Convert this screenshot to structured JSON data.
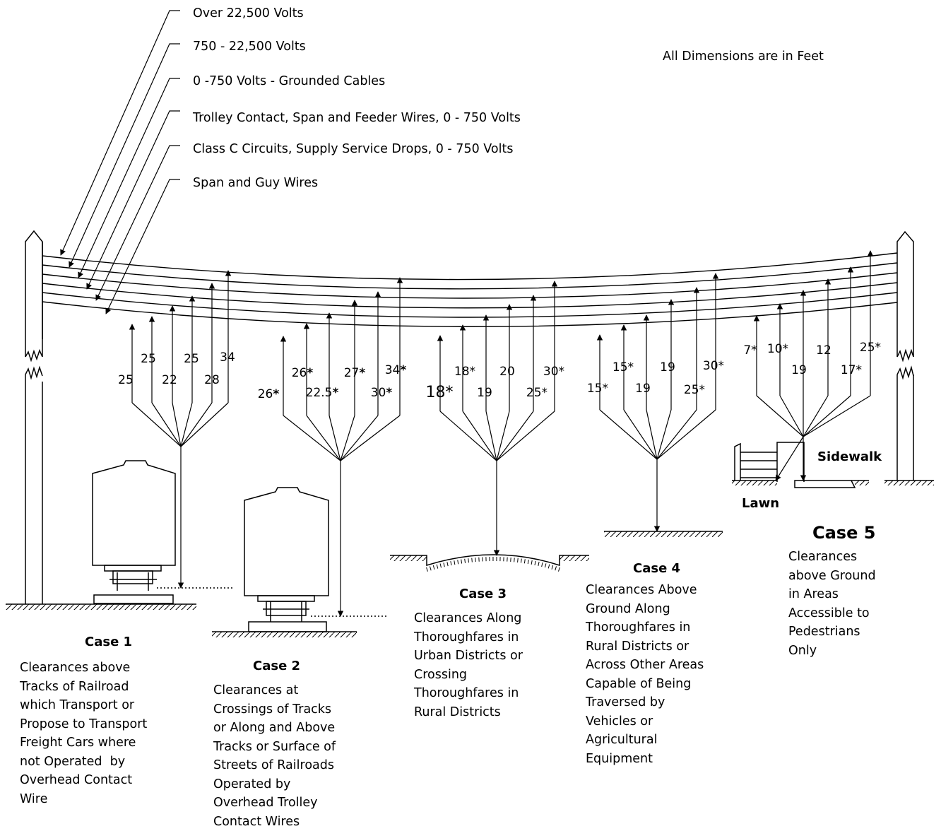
{
  "note": "All Dimensions are in Feet",
  "wire_legend": [
    "Over 22,500 Volts",
    "750 - 22,500 Volts",
    "0 -750 Volts - Grounded Cables",
    "Trolley Contact, Span and Feeder Wires, 0 - 750 Volts",
    "Class C Circuits, Supply Service Drops, 0 - 750 Volts",
    "Span and Guy Wires"
  ],
  "cases": [
    {
      "title": "Case 1",
      "description": "Clearances above\nTracks of Railroad\nwhich Transport or\nPropose to Transport\nFreight Cars where\nnot Operated  by\nOverhead Contact\nWire",
      "clearances": [
        "25",
        "25",
        "22",
        "25",
        "28",
        "34"
      ]
    },
    {
      "title": "Case 2",
      "description": "Clearances at\nCrossings of Tracks\nor Along and Above\nTracks or Surface of\nStreets of Railroads\nOperated by\nOverhead Trolley\nContact Wires",
      "clearances": [
        "26*",
        "26*",
        "22.5*",
        "27*",
        "30*",
        "34*"
      ]
    },
    {
      "title": "Case 3",
      "description": "Clearances Along\nThoroughfares in\nUrban Districts or\nCrossing\nThoroughfares in\nRural Districts",
      "clearances": [
        "18*",
        "18*",
        "19",
        "20",
        "25*",
        "30*"
      ]
    },
    {
      "title": "Case 4",
      "description": "Clearances Above\nGround Along\nThoroughfares in\nRural Districts or\nAcross Other Areas\nCapable of Being\nTraversed by\nVehicles or\nAgricultural\nEquipment",
      "clearances": [
        "15*",
        "15*",
        "19",
        "19",
        "25*",
        "30*"
      ]
    },
    {
      "title": "Case 5",
      "description": "Clearances\nabove Ground\nin Areas\nAccessible to\nPedestrians\nOnly",
      "clearances": [
        "7*",
        "10*",
        "19",
        "12",
        "17*",
        "25*"
      ]
    }
  ],
  "labels": {
    "sidewalk": "Sidewalk",
    "lawn": "Lawn"
  }
}
